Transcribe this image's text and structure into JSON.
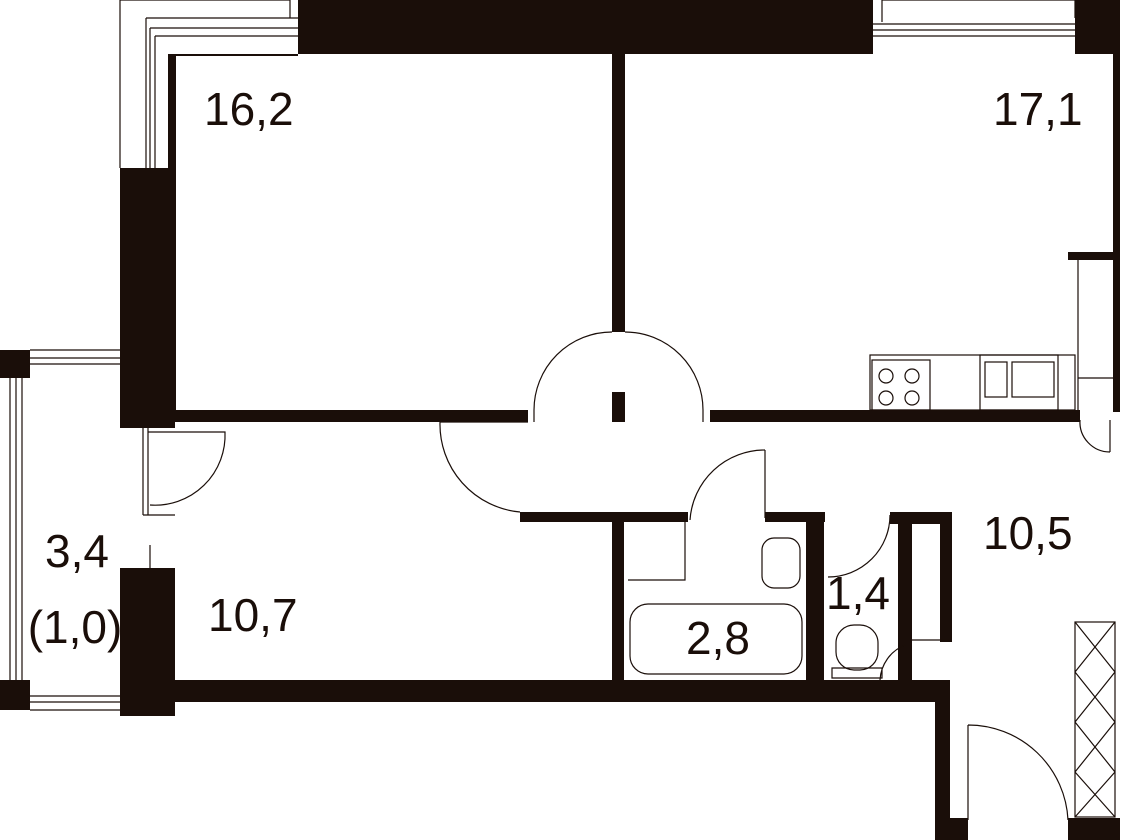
{
  "plan": {
    "colors": {
      "wall": "#1a0e09",
      "line": "#1a0e09",
      "background": "#ffffff"
    },
    "rooms": [
      {
        "id": "bedroom",
        "area": "16,2"
      },
      {
        "id": "kitchen-living",
        "area": "17,1"
      },
      {
        "id": "loggia",
        "area": "3,4",
        "area_reduced": "(1,0)"
      },
      {
        "id": "room",
        "area": "10,7"
      },
      {
        "id": "hallway",
        "area": "10,5"
      },
      {
        "id": "bathroom",
        "area": "2,8"
      },
      {
        "id": "toilet",
        "area": "1,4"
      }
    ]
  }
}
